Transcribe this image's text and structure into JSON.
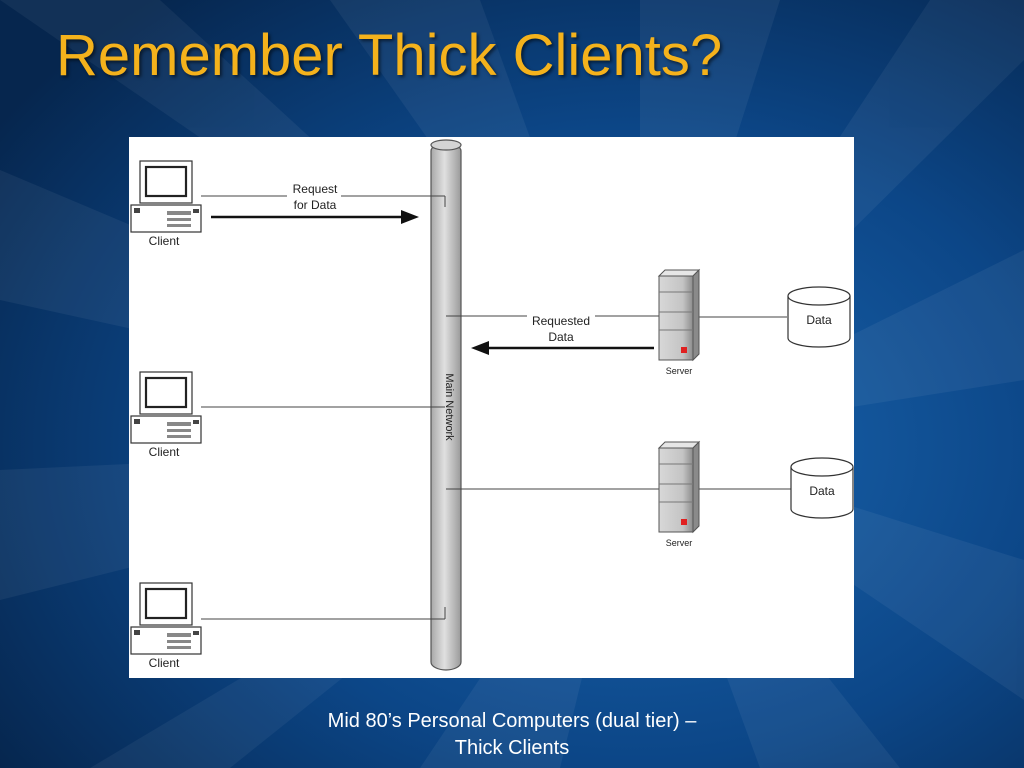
{
  "slide": {
    "title": "Remember Thick Clients?",
    "caption_line1": "Mid 80’s Personal Computers (dual tier) –",
    "caption_line2": "Thick Clients"
  },
  "diagram": {
    "clients": [
      {
        "label": "Client"
      },
      {
        "label": "Client"
      },
      {
        "label": "Client"
      }
    ],
    "servers": [
      {
        "label": "Server"
      },
      {
        "label": "Server"
      }
    ],
    "databases": [
      {
        "label": "Data"
      },
      {
        "label": "Data"
      }
    ],
    "network_label": "Main Network",
    "request_line1": "Request",
    "request_line2": "for Data",
    "response_line1": "Requested",
    "response_line2": "Data"
  },
  "colors": {
    "title": "#f4b21c",
    "background": "#0a3a6e",
    "caption": "#ffffff",
    "server_led": "#e02020"
  }
}
